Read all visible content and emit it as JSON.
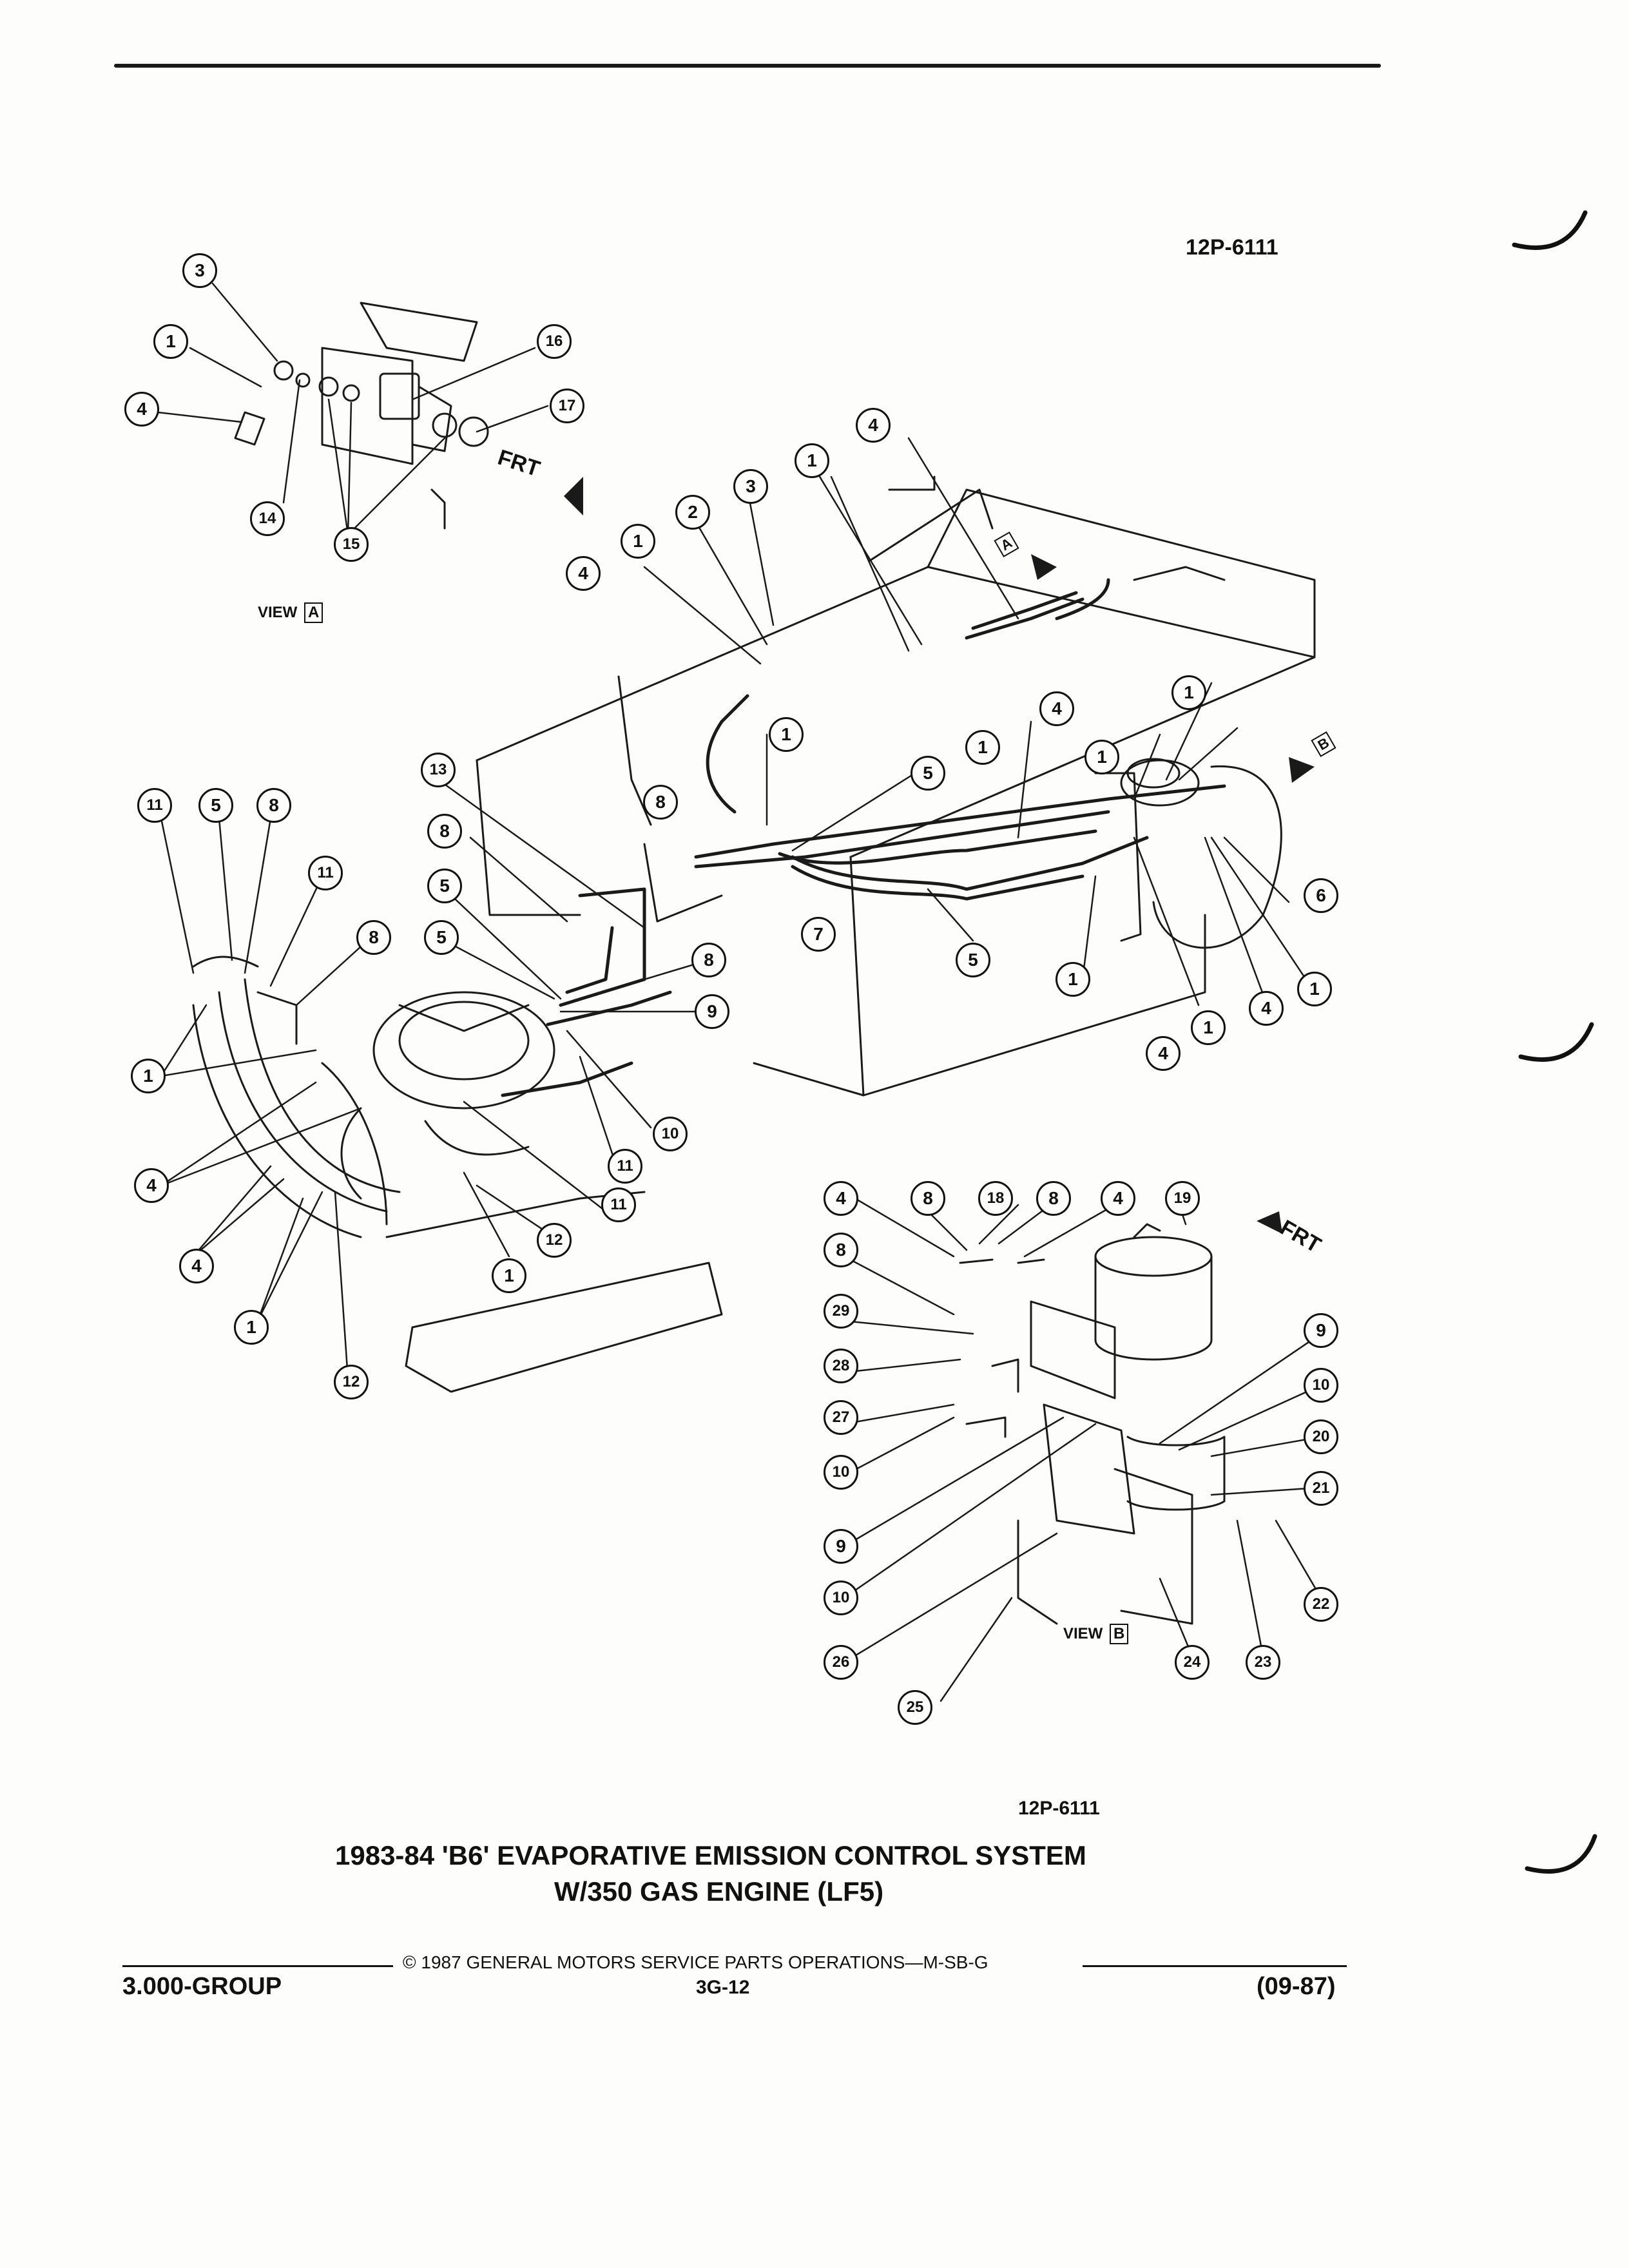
{
  "header": {
    "figure_code_top": "12P-6111"
  },
  "figure": {
    "figure_code_bottom": "12P-6111",
    "title_line1": "1983-84 'B6' EVAPORATIVE EMISSION CONTROL SYSTEM",
    "title_line2": "W/350 GAS ENGINE (LF5)",
    "direction_label": "FRT",
    "view_a_label": "VIEW",
    "view_a_letter": "A",
    "view_b_label": "VIEW",
    "view_b_letter": "B",
    "box_a": "A",
    "box_b": "B"
  },
  "footer": {
    "copyright": "© 1987 GENERAL MOTORS SERVICE PARTS OPERATIONS—M-SB-G",
    "group": "3.000-GROUP",
    "page": "3G-12",
    "date": "(09-87)"
  },
  "callouts": [
    "3",
    "1",
    "4",
    "14",
    "15",
    "16",
    "17",
    "4",
    "1",
    "2",
    "3",
    "1",
    "4",
    "1",
    "5",
    "1",
    "4",
    "1",
    "1",
    "8",
    "7",
    "5",
    "6",
    "1",
    "4",
    "1",
    "4",
    "1",
    "11",
    "5",
    "8",
    "11",
    "8",
    "1",
    "4",
    "4",
    "1",
    "12",
    "11",
    "13",
    "8",
    "5",
    "5",
    "8",
    "9",
    "10",
    "11",
    "12",
    "1",
    "4",
    "8",
    "18",
    "8",
    "4",
    "19",
    "8",
    "29",
    "28",
    "27",
    "10",
    "9",
    "10",
    "26",
    "25",
    "9",
    "10",
    "20",
    "21",
    "22",
    "23",
    "24"
  ]
}
